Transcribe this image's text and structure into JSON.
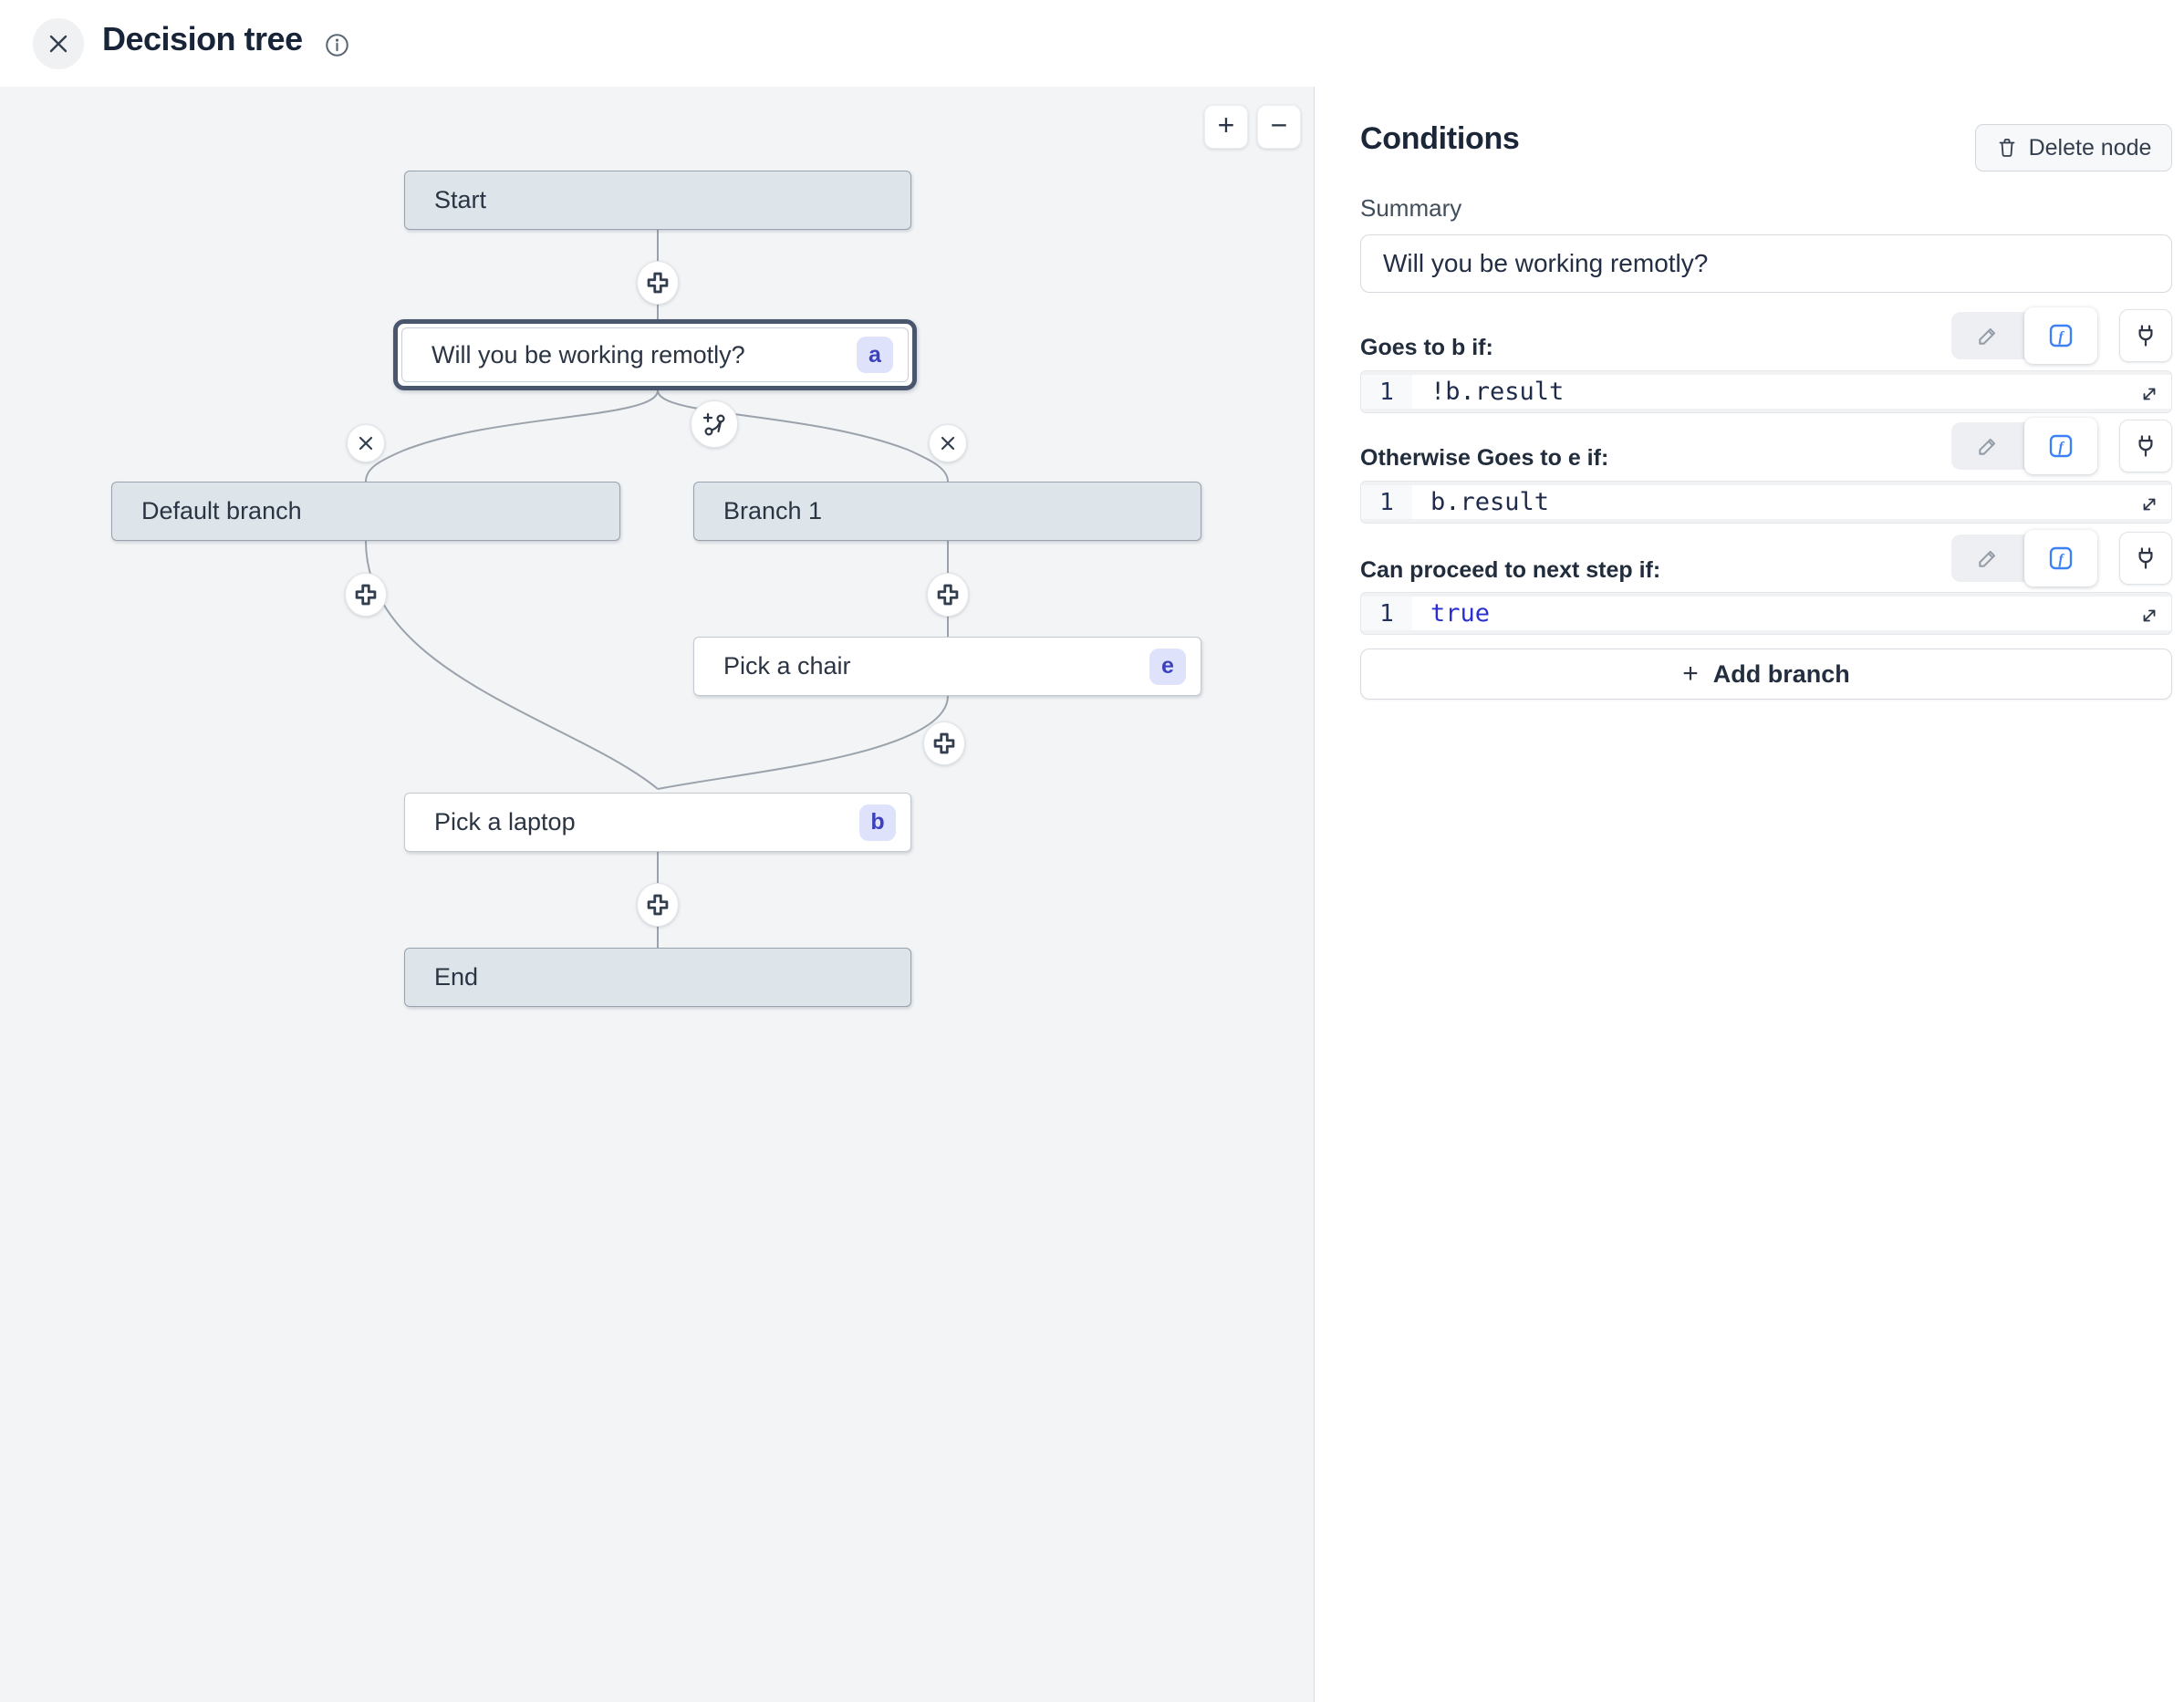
{
  "header": {
    "title": "Decision tree"
  },
  "icons": {
    "plus": "+",
    "minus": "−"
  },
  "canvas": {
    "zoom_in": "+",
    "zoom_out": "−",
    "nodes": [
      {
        "id": "start",
        "label": "Start",
        "badge": ""
      },
      {
        "id": "cond",
        "label": "Will you be working remotly?",
        "badge": "a"
      },
      {
        "id": "default",
        "label": "Default branch",
        "badge": ""
      },
      {
        "id": "branch1",
        "label": "Branch 1",
        "badge": ""
      },
      {
        "id": "chair",
        "label": "Pick a chair",
        "badge": "e"
      },
      {
        "id": "laptop",
        "label": "Pick a laptop",
        "badge": "b"
      },
      {
        "id": "end",
        "label": "End",
        "badge": ""
      }
    ]
  },
  "panel": {
    "heading": "Conditions",
    "delete_button": "Delete node",
    "summary_label": "Summary",
    "summary_value": "Will you be working remotly?",
    "rules": [
      {
        "label": "Goes to b if:",
        "line_number": "1",
        "code": "!b.result"
      },
      {
        "label": "Otherwise Goes to e if:",
        "line_number": "1",
        "code": "b.result"
      },
      {
        "label": "Can proceed to next step if:",
        "line_number": "1",
        "code": "true"
      }
    ],
    "add_branch_label": "Add branch"
  },
  "colors": {
    "accent_blue": "#3d82f5",
    "keyword_blue": "#2b2fd0",
    "badge_bg": "#dee2fb",
    "badge_text": "#3c41bd",
    "selected_ring": "#4a566d",
    "node_gray": "#dde4ea",
    "canvas_bg": "#f2f4f6"
  }
}
